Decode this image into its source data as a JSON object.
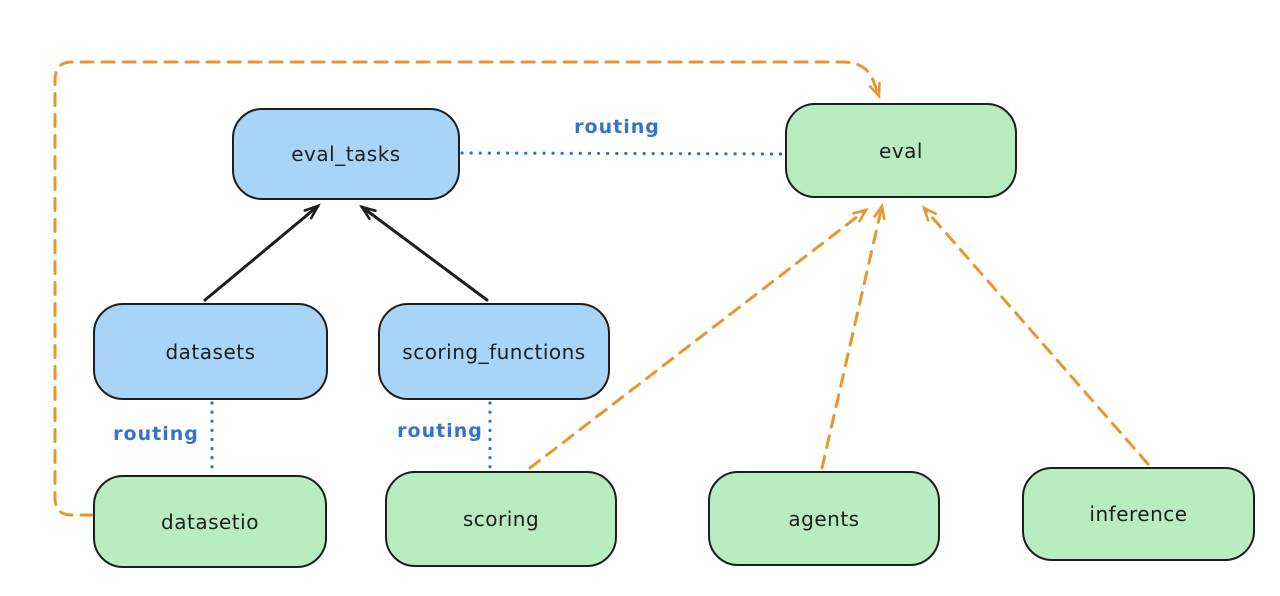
{
  "colors": {
    "bg": "#ffffff",
    "stroke": "#1e1e1e",
    "blue_fill": "#a8d4f7",
    "green_fill": "#b7edc1",
    "blue_line": "#3474c9",
    "orange": "#e8962e"
  },
  "nodes": [
    {
      "id": "eval_tasks",
      "label": "eval_tasks",
      "kind": "blue"
    },
    {
      "id": "eval",
      "label": "eval",
      "kind": "green"
    },
    {
      "id": "datasets",
      "label": "datasets",
      "kind": "blue"
    },
    {
      "id": "scoring_functions",
      "label": "scoring_functions",
      "kind": "blue"
    },
    {
      "id": "datasetio",
      "label": "datasetio",
      "kind": "green"
    },
    {
      "id": "scoring",
      "label": "scoring",
      "kind": "green"
    },
    {
      "id": "agents",
      "label": "agents",
      "kind": "green"
    },
    {
      "id": "inference",
      "label": "inference",
      "kind": "green"
    }
  ],
  "edges": [
    {
      "from": "datasets",
      "to": "eval_tasks",
      "style": "solid-arrow",
      "color": "black"
    },
    {
      "from": "scoring_functions",
      "to": "eval_tasks",
      "style": "solid-arrow",
      "color": "black"
    },
    {
      "from": "eval_tasks",
      "to": "eval",
      "style": "dotted",
      "color": "blue",
      "label": "routing"
    },
    {
      "from": "datasets",
      "to": "datasetio",
      "style": "dotted",
      "color": "blue",
      "label": "routing"
    },
    {
      "from": "scoring_functions",
      "to": "scoring",
      "style": "dotted",
      "color": "blue",
      "label": "routing"
    },
    {
      "from": "datasetio",
      "to": "eval",
      "style": "dashed-arrow",
      "color": "orange"
    },
    {
      "from": "scoring",
      "to": "eval",
      "style": "dashed-arrow",
      "color": "orange"
    },
    {
      "from": "agents",
      "to": "eval",
      "style": "dashed-arrow",
      "color": "orange"
    },
    {
      "from": "inference",
      "to": "eval",
      "style": "dashed-arrow",
      "color": "orange"
    }
  ]
}
